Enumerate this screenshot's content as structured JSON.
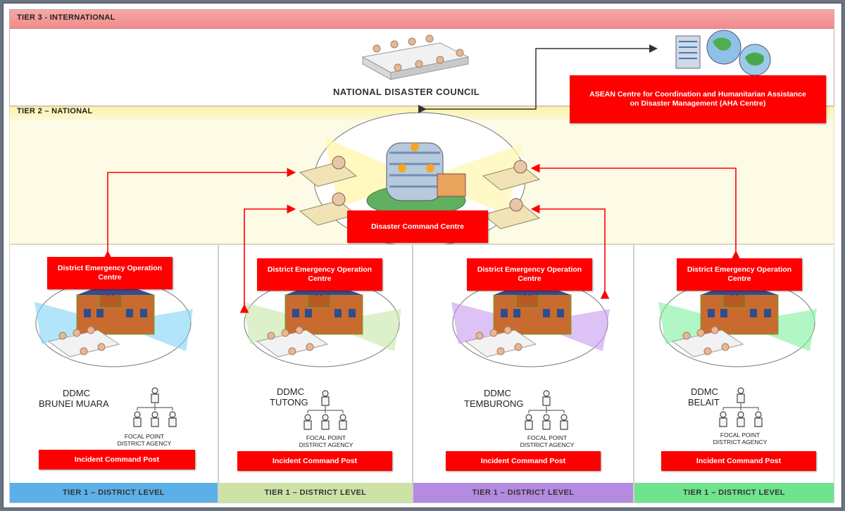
{
  "tiers": {
    "tier3_label": "TIER 3 - INTERNATIONAL",
    "tier2_label": "TIER 2 – NATIONAL",
    "tier1_label": "TIER 1 – DISTRICT LEVEL"
  },
  "national_council": "NATIONAL DISASTER COUNCIL",
  "aha_centre": "ASEAN Centre for Coordination and Humanitarian Assistance on Disaster Management (AHA Centre)",
  "command_centre": "Disaster Command Centre",
  "districts": [
    {
      "deoc": "District Emergency Operation Centre",
      "ddmc": "DDMC",
      "name": "BRUNEI MUARA",
      "focal1": "FOCAL POINT",
      "focal2": "DISTRICT AGENCY",
      "icp": "Incident Command Post",
      "tier_color": "#5bb0e8",
      "glow": "#7fd3f5"
    },
    {
      "deoc": "District Emergency Operation Centre",
      "ddmc": "DDMC",
      "name": "TUTONG",
      "focal1": "FOCAL POINT",
      "focal2": "DISTRICT AGENCY",
      "icp": "Incident Command Post",
      "tier_color": "#cde3a6",
      "glow": "#c5e8a6"
    },
    {
      "deoc": "District Emergency Operation Centre",
      "ddmc": "DDMC",
      "name": "TEMBURONG",
      "focal1": "FOCAL POINT",
      "focal2": "DISTRICT AGENCY",
      "icp": "Incident Command Post",
      "tier_color": "#b48be0",
      "glow": "#c79af0"
    },
    {
      "deoc": "District Emergency Operation Centre",
      "ddmc": "DDMC",
      "name": "BELAIT",
      "focal1": "FOCAL POINT",
      "focal2": "DISTRICT AGENCY",
      "icp": "Incident Command Post",
      "tier_color": "#6fe38e",
      "glow": "#7ef0a0"
    }
  ],
  "colors": {
    "red": "#ff0000",
    "arrow_dark": "#333333"
  }
}
